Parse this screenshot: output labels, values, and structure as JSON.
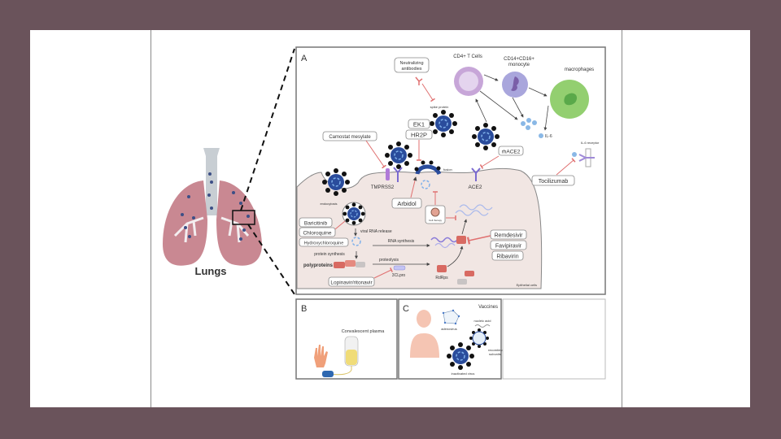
{
  "lungs": {
    "label": "Lungs"
  },
  "panel_a": {
    "letter": "A",
    "cells": {
      "cd4": "CD4+ T Cells",
      "monocyte_line1": "CD14+CD16+",
      "monocyte_line2": "monocyte",
      "macrophages": "macrophages"
    },
    "labels": {
      "spike_protein": "spike protein",
      "il6": "IL-6",
      "il6_receptor": "IL-6 receptor",
      "tmprss2": "TMPRSS2",
      "ace2": "ACE2",
      "fusion": "fusion",
      "endocytosis": "endocytosis",
      "viral_rna_release": "viral RNA release",
      "rna_synthesis": "RNA synthesis",
      "protein_synthesis": "protein synthesis",
      "proteolysis": "proteolysis",
      "polyproteins": "polyproteins",
      "clpro": "3CLpro",
      "rdrps": "RdRps",
      "epithelial": "Epithelial cells",
      "cell_therapy": "Cell therapy"
    },
    "drugs": {
      "neutralizing_line1": "Neutralizing",
      "neutralizing_line2": "antibodies",
      "ek1": "EK1",
      "hr2p": "HR2P",
      "camostat": "Camostat mesylate",
      "rhace2": "rhACE2",
      "tocilizumab": "Tocilizumab",
      "arbidol": "Arbidol",
      "baricitinib": "Baricitinib",
      "chloroquine": "Chloroquine",
      "hydroxychloroquine": "Hydroxychloroquine",
      "remdesivir": "Remdesivir",
      "favipiravir": "Favipiravir",
      "ribavirin": "Ribavirin",
      "lopinavir": "Lopinavir/ritonavir"
    }
  },
  "panel_b": {
    "letter": "B",
    "label": "Convalescent plasma"
  },
  "panel_c": {
    "letter": "C",
    "title": "Vaccines",
    "adenovirus": "adenovirus",
    "nucleic_acid": "nucleic acid",
    "recombinant_line1": "recombinant",
    "recombinant_line2": "subunits",
    "inactivated": "inactivated virus"
  },
  "colors": {
    "background": "#6a535b",
    "inhibit": "#e07070",
    "virus": "#2a4c9c",
    "lung": "#c98892",
    "cell_bg": "#f1e6e3",
    "cd4": "#c7a6d8",
    "monocyte": "#a9a6dc",
    "macrophage": "#93cf70"
  }
}
